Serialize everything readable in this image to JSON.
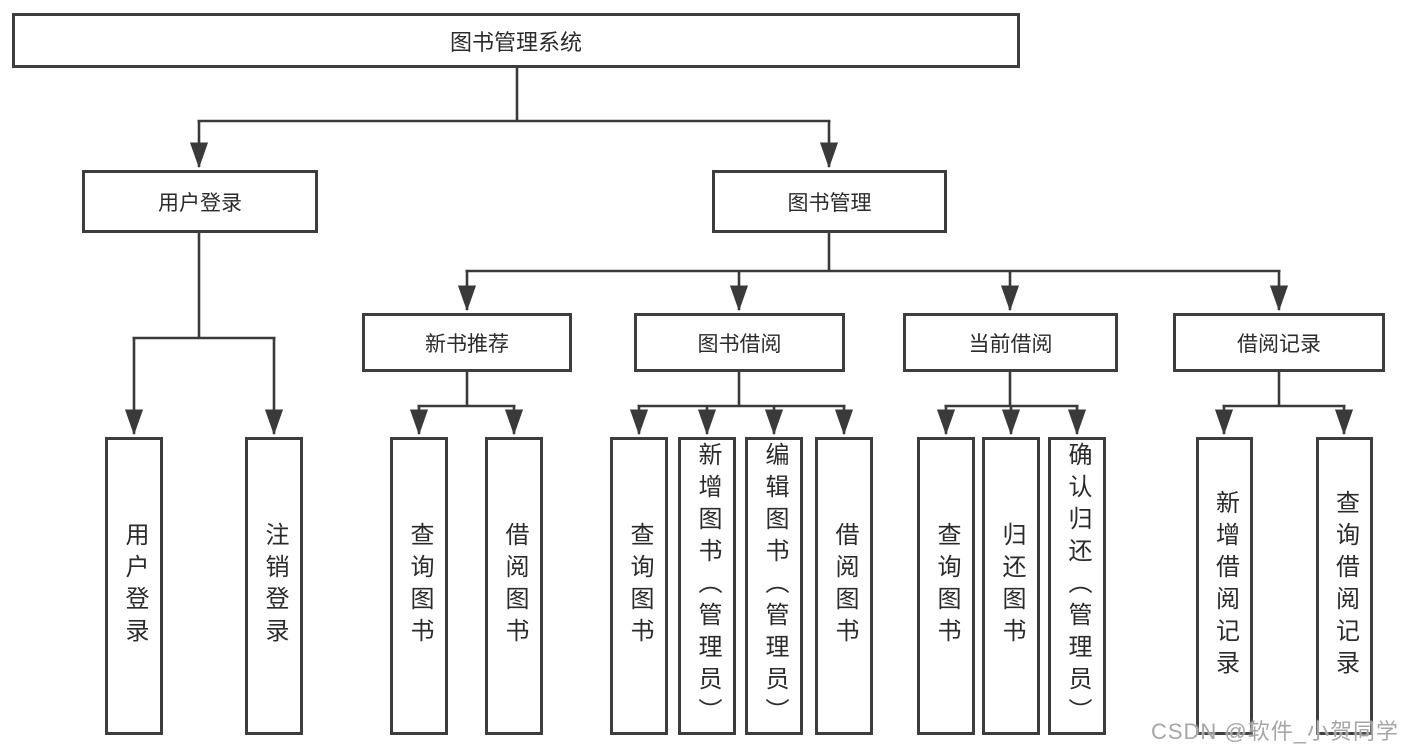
{
  "diagram": {
    "title": "图书管理系统",
    "nodes": {
      "root": {
        "label": "图书管理系统"
      },
      "level2": [
        {
          "label": "用户登录"
        },
        {
          "label": "图书管理"
        }
      ],
      "level3": [
        {
          "label": "新书推荐"
        },
        {
          "label": "图书借阅"
        },
        {
          "label": "当前借阅"
        },
        {
          "label": "借阅记录"
        }
      ],
      "leaves": [
        {
          "label": "用户登录"
        },
        {
          "label": "注销登录"
        },
        {
          "label": "查询图书"
        },
        {
          "label": "借阅图书"
        },
        {
          "label": "查询图书"
        },
        {
          "label": "新增图书（管理员）"
        },
        {
          "label": "编辑图书（管理员）"
        },
        {
          "label": "借阅图书"
        },
        {
          "label": "查询图书"
        },
        {
          "label": "归还图书"
        },
        {
          "label": "确认归还（管理员）"
        },
        {
          "label": "新增借阅记录"
        },
        {
          "label": "查询借阅记录"
        }
      ]
    }
  },
  "watermark": {
    "text": "CSDN @软件_小贺同学"
  },
  "colors": {
    "line": "#3a3a3a",
    "border": "#3d3d3d",
    "text": "#2b2b2b",
    "watermark": "#a6a6a6",
    "background": "#ffffff"
  }
}
